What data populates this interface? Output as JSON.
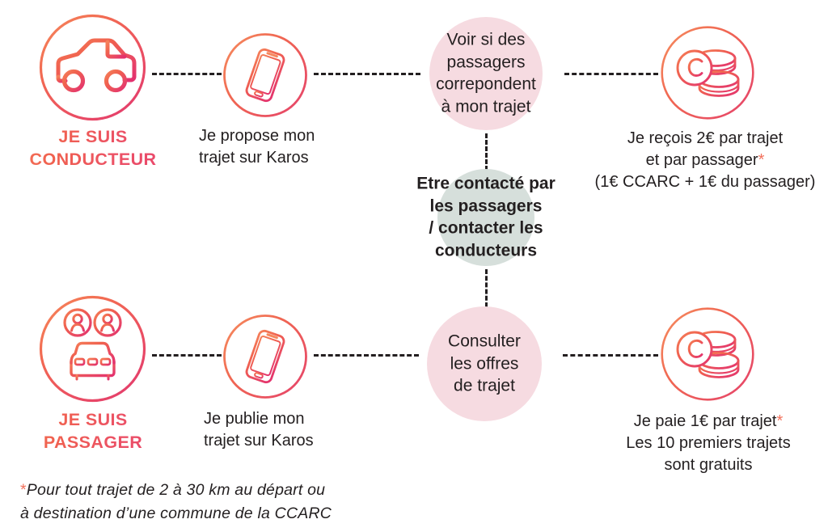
{
  "diagram": {
    "title": "Karos covoiturage - parcours conducteur et passager",
    "colors": {
      "gradient_start": "#F4785C",
      "gradient_end": "#E8456E",
      "blob_pink": "#F6DBE1",
      "blob_green": "#D6DFDB",
      "text_dark": "#231f20",
      "asterisk": "#F2705B",
      "dash": "#231f20"
    }
  },
  "driver_row": {
    "role_label_line1": "JE SUIS",
    "role_label_line2": "CONDUCTEUR",
    "icon_role_name": "car-side-icon",
    "step_phone": {
      "icon_name": "smartphone-icon",
      "caption_line1": "Je propose mon",
      "caption_line2": "trajet sur Karos"
    },
    "blob": {
      "line1": "Voir si des",
      "line2": "passagers",
      "line3": "correpondent",
      "line4": "à mon trajet"
    },
    "step_money": {
      "icon_name": "coins-euro-icon",
      "caption_line1": "Je reçois 2€ par trajet",
      "caption_line2_text": "et par passager",
      "caption_line2_star": "*",
      "caption_line3": "(1€ CCARC + 1€ du passager)"
    }
  },
  "center_blob": {
    "line1": "Etre contacté par",
    "line2": "les passagers",
    "line3": "/ contacter les",
    "line4": "conducteurs"
  },
  "passenger_row": {
    "role_label_line1": "JE SUIS",
    "role_label_line2": "PASSAGER",
    "icon_role_name": "car-front-with-passengers-icon",
    "step_phone": {
      "icon_name": "smartphone-icon",
      "caption_line1": "Je publie mon",
      "caption_line2": "trajet sur Karos"
    },
    "blob": {
      "line1": "Consulter",
      "line2": "les offres",
      "line3": "de trajet"
    },
    "step_money": {
      "icon_name": "coins-euro-icon",
      "caption_line1_text": "Je paie 1€ par trajet",
      "caption_line1_star": "*",
      "caption_line2": "Les 10 premiers trajets",
      "caption_line3": "sont gratuits"
    }
  },
  "footnote": {
    "star": "*",
    "line1": "Pour tout trajet de 2 à 30 km  au départ ou",
    "line2": "à destination d’une commune de la CCARC"
  }
}
